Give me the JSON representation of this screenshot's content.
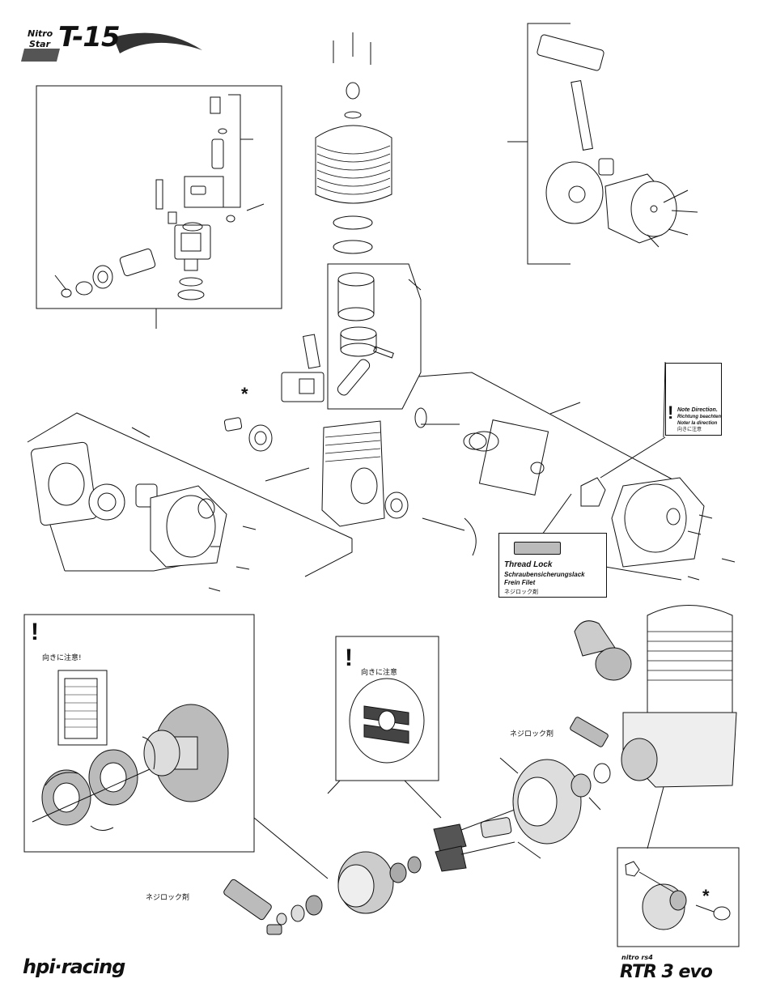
{
  "header": {
    "logo_small_top": "Nitro",
    "logo_small_bottom": "Star",
    "logo_model": "T-15"
  },
  "footer": {
    "brand_left": "hpi·racing",
    "brand_right_small": "nitro rs4",
    "brand_right": "RTR 3 evo"
  },
  "note_direction": {
    "title": "Note Direction.",
    "de": "Richtung beachten",
    "fr": "Noter la direction",
    "jp": "向きに注意"
  },
  "thread_lock": {
    "title": "Thread Lock",
    "de": "Schraubensicherungslack",
    "fr": "Frein Filet",
    "jp": "ネジロック剤"
  },
  "detail_left": {
    "jp": "向きに注意!"
  },
  "detail_mid": {
    "jp": "向きに注意"
  },
  "thread_lock_right_jp": "ネジロック剤",
  "thread_lock_bottom_jp": "ネジロック剤",
  "asterisk": "*",
  "exclaim": "!"
}
